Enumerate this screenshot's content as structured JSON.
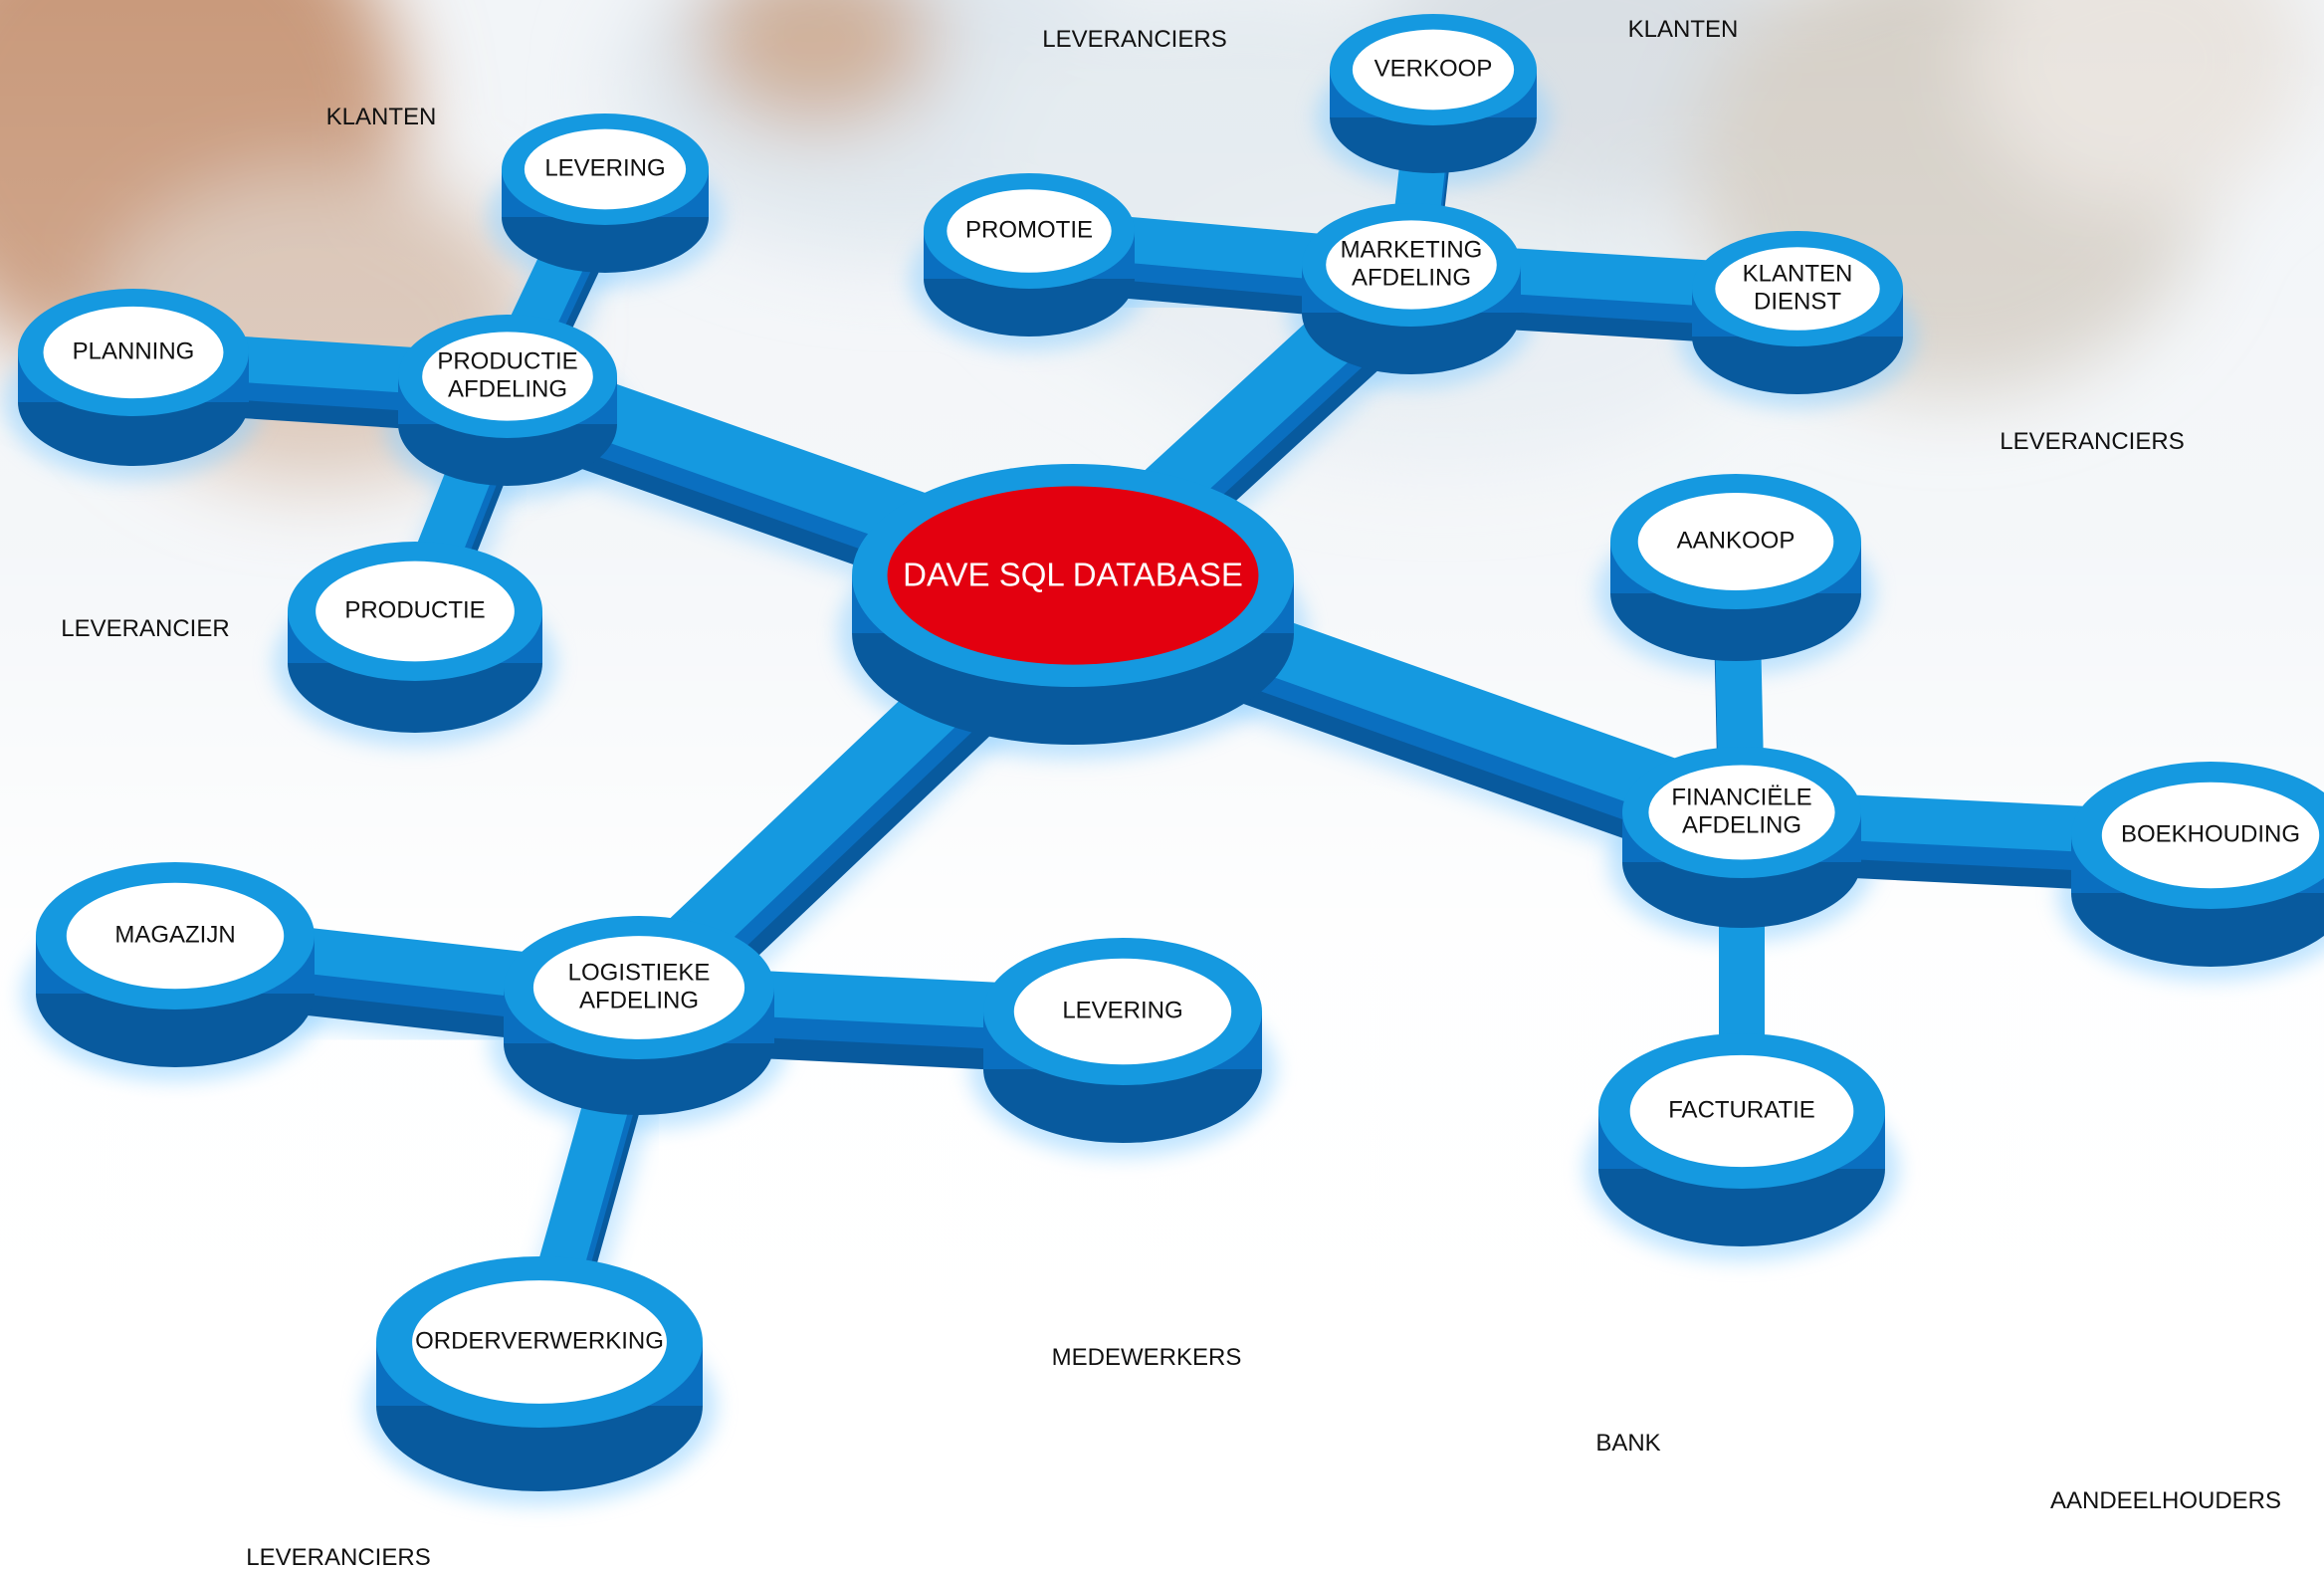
{
  "colors": {
    "ring_top": "#1599e0",
    "ring_side": "#0a6fc0",
    "ring_bottom": "#085a9e",
    "hub_fill": "#e3000f",
    "inner_fill": "#ffffff",
    "text": "#111111",
    "hub_text": "#ffffff"
  },
  "hub": {
    "label": "DAVE SQL DATABASE"
  },
  "nodes": [
    {
      "id": "productie_afdeling",
      "lines": [
        "PRODUCTIE",
        "AFDELING"
      ]
    },
    {
      "id": "levering_top",
      "lines": [
        "LEVERING"
      ]
    },
    {
      "id": "planning",
      "lines": [
        "PLANNING"
      ]
    },
    {
      "id": "productie",
      "lines": [
        "PRODUCTIE"
      ]
    },
    {
      "id": "marketing_afdeling",
      "lines": [
        "MARKETING",
        "AFDELING"
      ]
    },
    {
      "id": "verkoop",
      "lines": [
        "VERKOOP"
      ]
    },
    {
      "id": "promotie",
      "lines": [
        "PROMOTIE"
      ]
    },
    {
      "id": "klanten_dienst",
      "lines": [
        "KLANTEN",
        "DIENST"
      ]
    },
    {
      "id": "financiele_afdeling",
      "lines": [
        "FINANCIËLE",
        "AFDELING"
      ]
    },
    {
      "id": "aankoop",
      "lines": [
        "AANKOOP"
      ]
    },
    {
      "id": "boekhouding",
      "lines": [
        "BOEKHOUDING"
      ]
    },
    {
      "id": "facturatie",
      "lines": [
        "FACTURATIE"
      ]
    },
    {
      "id": "logistieke_afdeling",
      "lines": [
        "LOGISTIEKE",
        "AFDELING"
      ]
    },
    {
      "id": "magazijn",
      "lines": [
        "MAGAZIJN"
      ]
    },
    {
      "id": "levering_bottom",
      "lines": [
        "LEVERING"
      ]
    },
    {
      "id": "orderverwerking",
      "lines": [
        "ORDERVERWERKING"
      ]
    }
  ],
  "edges": [
    [
      "hub",
      "productie_afdeling"
    ],
    [
      "hub",
      "marketing_afdeling"
    ],
    [
      "hub",
      "financiele_afdeling"
    ],
    [
      "hub",
      "logistieke_afdeling"
    ],
    [
      "productie_afdeling",
      "levering_top"
    ],
    [
      "productie_afdeling",
      "planning"
    ],
    [
      "productie_afdeling",
      "productie"
    ],
    [
      "marketing_afdeling",
      "verkoop"
    ],
    [
      "marketing_afdeling",
      "promotie"
    ],
    [
      "marketing_afdeling",
      "klanten_dienst"
    ],
    [
      "financiele_afdeling",
      "aankoop"
    ],
    [
      "financiele_afdeling",
      "boekhouding"
    ],
    [
      "financiele_afdeling",
      "facturatie"
    ],
    [
      "logistieke_afdeling",
      "magazijn"
    ],
    [
      "logistieke_afdeling",
      "levering_bottom"
    ],
    [
      "logistieke_afdeling",
      "orderverwerking"
    ]
  ],
  "outer_labels": {
    "leveranciers_top": "LEVERANCIERS",
    "klanten_top_right": "KLANTEN",
    "klanten_left": "KLANTEN",
    "leveranciers_right": "LEVERANCIERS",
    "leverancier_left": "LEVERANCIER",
    "medewerkers": "MEDEWERKERS",
    "bank": "BANK",
    "aandeelhouders": "AANDEELHOUDERS",
    "leveranciers_bottom": "LEVERANCIERS"
  }
}
